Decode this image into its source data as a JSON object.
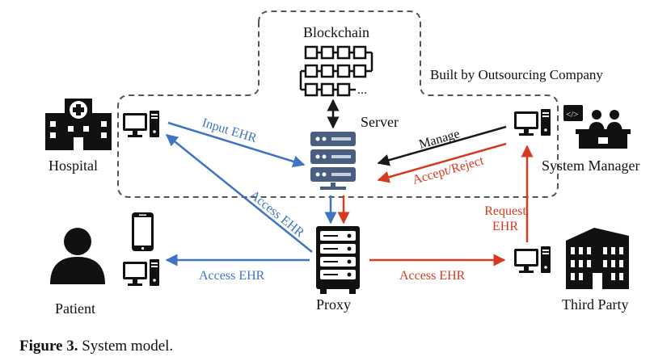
{
  "diagram": {
    "nodes": {
      "blockchain": "Blockchain",
      "server": "Server",
      "proxy": "Proxy",
      "hospital": "Hospital",
      "patient": "Patient",
      "system_manager": "System Manager",
      "third_party": "Third Party"
    },
    "region_label": "Built by Outsourcing Company",
    "edges": {
      "input_ehr": "Input EHR",
      "access_ehr_diag": "Access EHR",
      "access_ehr_patient": "Access EHR",
      "access_ehr_third": "Access EHR",
      "manage": "Manage",
      "accept_reject": "Accept/Reject",
      "request_line1": "Request",
      "request_line2": "EHR"
    },
    "blockchain_ellipsis": "...",
    "colors": {
      "blue": "#3f74c2",
      "red": "#d63a1f",
      "black": "#1a1a1a",
      "dash": "#555555"
    }
  },
  "caption": {
    "label": "Figure 3.",
    "text": " System model."
  }
}
